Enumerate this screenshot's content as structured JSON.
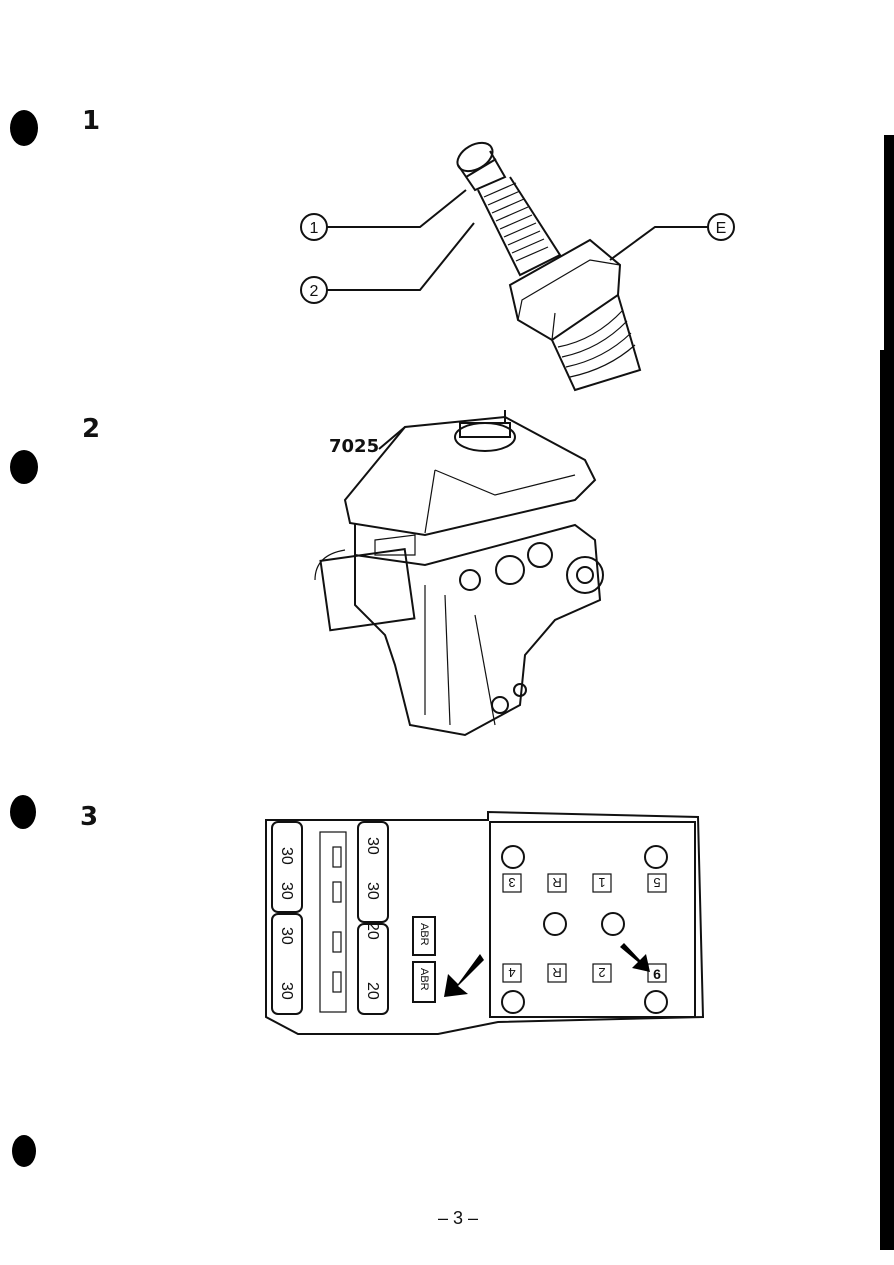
{
  "figures": [
    {
      "number": "1",
      "callouts": [
        "1",
        "2",
        "E"
      ]
    },
    {
      "number": "2",
      "part_label": "7025"
    },
    {
      "number": "3",
      "fuse_labels": [
        "30",
        "30",
        "30",
        "30",
        "30",
        "30",
        "20",
        "20"
      ],
      "relay_labels": [
        "ABR",
        "ABR"
      ],
      "terminal_labels": [
        "3",
        "R",
        "1",
        "5",
        "4",
        "R",
        "2",
        "6"
      ]
    }
  ],
  "footer": {
    "page_number": "– 3 –"
  }
}
